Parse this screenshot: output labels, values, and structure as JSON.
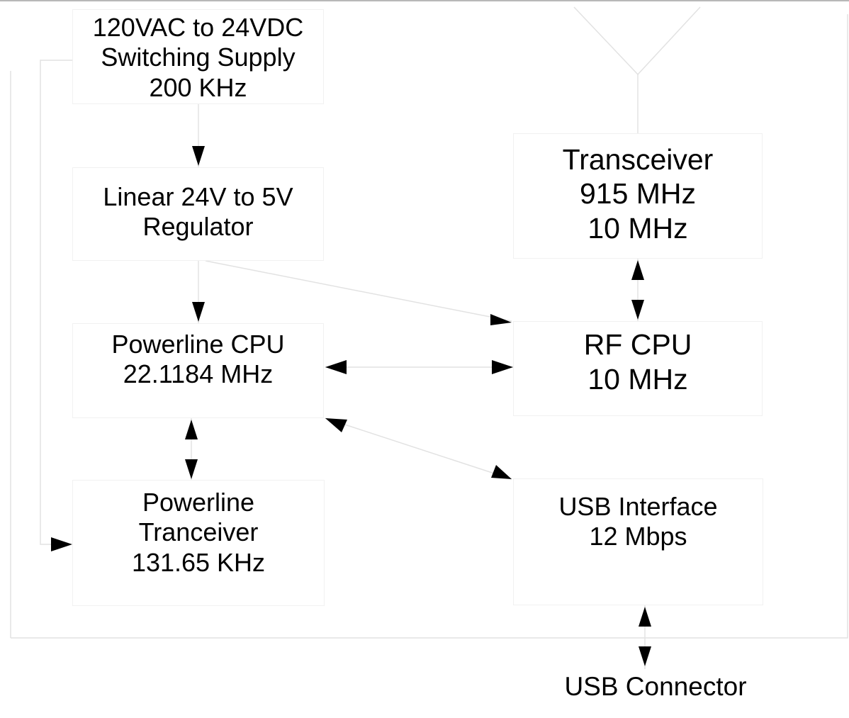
{
  "blocks": {
    "supply": {
      "lines": [
        "120VAC to 24VDC",
        "Switching Supply",
        "200 KHz"
      ]
    },
    "linear": {
      "lines": [
        "Linear 24V to 5V",
        "Regulator"
      ]
    },
    "plcpu": {
      "lines": [
        "Powerline CPU",
        "22.1184 MHz"
      ]
    },
    "pltrx": {
      "lines": [
        "Powerline",
        "Tranceiver",
        "131.65 KHz"
      ]
    },
    "trx": {
      "lines": [
        "Transceiver",
        "915 MHz",
        "10 MHz"
      ]
    },
    "rfcpu": {
      "lines": [
        "RF CPU",
        "10 MHz"
      ]
    },
    "usb": {
      "lines": [
        "USB Interface",
        "12 Mbps"
      ]
    }
  },
  "usb_connector": {
    "label": "USB Connector"
  },
  "colors": {
    "line": "#e2e2e2",
    "arrow": "#000000",
    "border": "#f1f1f1",
    "top_rule": "#b8b8b8"
  }
}
